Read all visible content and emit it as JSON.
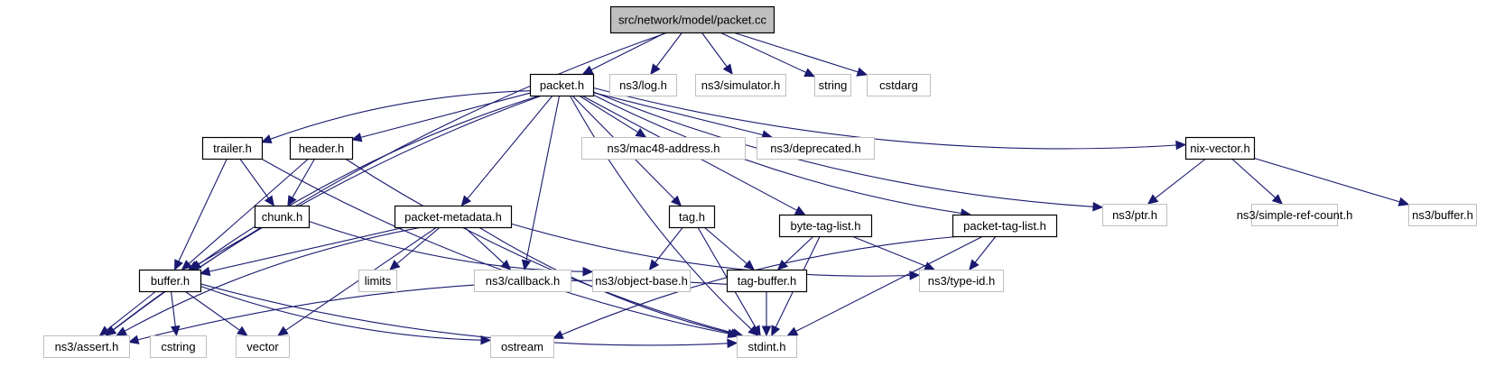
{
  "diagram": {
    "title": "src/network/model/packet.cc",
    "colors": {
      "edge": "#191970",
      "root_fill": "#bfbfbf",
      "root_border": "#000000",
      "documented_border": "#000000",
      "external_border": "#bfbfbf",
      "node_fill": "#ffffff"
    },
    "nodes": [
      {
        "id": "packet_cc",
        "label": "src/network/model/packet.cc",
        "kind": "root"
      },
      {
        "id": "packet_h",
        "label": "packet.h",
        "kind": "documented"
      },
      {
        "id": "log_h",
        "label": "ns3/log.h",
        "kind": "external"
      },
      {
        "id": "simulator_h",
        "label": "ns3/simulator.h",
        "kind": "external"
      },
      {
        "id": "string",
        "label": "string",
        "kind": "external"
      },
      {
        "id": "cstdarg",
        "label": "cstdarg",
        "kind": "external"
      },
      {
        "id": "trailer_h",
        "label": "trailer.h",
        "kind": "documented"
      },
      {
        "id": "header_h",
        "label": "header.h",
        "kind": "documented"
      },
      {
        "id": "mac48_h",
        "label": "ns3/mac48-address.h",
        "kind": "external"
      },
      {
        "id": "deprecated_h",
        "label": "ns3/deprecated.h",
        "kind": "external"
      },
      {
        "id": "nix_vector_h",
        "label": "nix-vector.h",
        "kind": "documented"
      },
      {
        "id": "chunk_h",
        "label": "chunk.h",
        "kind": "documented"
      },
      {
        "id": "packet_metadata_h",
        "label": "packet-metadata.h",
        "kind": "documented"
      },
      {
        "id": "tag_h",
        "label": "tag.h",
        "kind": "documented"
      },
      {
        "id": "byte_tag_list_h",
        "label": "byte-tag-list.h",
        "kind": "documented"
      },
      {
        "id": "packet_tag_list_h",
        "label": "packet-tag-list.h",
        "kind": "documented"
      },
      {
        "id": "ptr_h",
        "label": "ns3/ptr.h",
        "kind": "external"
      },
      {
        "id": "simple_ref_count_h",
        "label": "ns3/simple-ref-count.h",
        "kind": "external"
      },
      {
        "id": "ns3_buffer_h",
        "label": "ns3/buffer.h",
        "kind": "external"
      },
      {
        "id": "buffer_h",
        "label": "buffer.h",
        "kind": "documented"
      },
      {
        "id": "limits",
        "label": "limits",
        "kind": "external"
      },
      {
        "id": "callback_h",
        "label": "ns3/callback.h",
        "kind": "external"
      },
      {
        "id": "object_base_h",
        "label": "ns3/object-base.h",
        "kind": "external"
      },
      {
        "id": "tag_buffer_h",
        "label": "tag-buffer.h",
        "kind": "documented"
      },
      {
        "id": "type_id_h",
        "label": "ns3/type-id.h",
        "kind": "external"
      },
      {
        "id": "assert_h",
        "label": "ns3/assert.h",
        "kind": "external"
      },
      {
        "id": "cstring",
        "label": "cstring",
        "kind": "external"
      },
      {
        "id": "vector",
        "label": "vector",
        "kind": "external"
      },
      {
        "id": "ostream",
        "label": "ostream",
        "kind": "external"
      },
      {
        "id": "stdint_h",
        "label": "stdint.h",
        "kind": "external"
      }
    ],
    "edges": [
      [
        "packet_cc",
        "packet_h"
      ],
      [
        "packet_cc",
        "log_h"
      ],
      [
        "packet_cc",
        "simulator_h"
      ],
      [
        "packet_cc",
        "string"
      ],
      [
        "packet_cc",
        "cstdarg"
      ],
      [
        "packet_cc",
        "assert_h"
      ],
      [
        "packet_h",
        "buffer_h"
      ],
      [
        "packet_h",
        "trailer_h"
      ],
      [
        "packet_h",
        "header_h"
      ],
      [
        "packet_h",
        "packet_metadata_h"
      ],
      [
        "packet_h",
        "callback_h"
      ],
      [
        "packet_h",
        "tag_h"
      ],
      [
        "packet_h",
        "byte_tag_list_h"
      ],
      [
        "packet_h",
        "mac48_h"
      ],
      [
        "packet_h",
        "deprecated_h"
      ],
      [
        "packet_h",
        "packet_tag_list_h"
      ],
      [
        "packet_h",
        "nix_vector_h"
      ],
      [
        "packet_h",
        "ptr_h"
      ],
      [
        "packet_h",
        "stdint_h"
      ],
      [
        "packet_h",
        "assert_h"
      ],
      [
        "trailer_h",
        "chunk_h"
      ],
      [
        "trailer_h",
        "buffer_h"
      ],
      [
        "trailer_h",
        "stdint_h"
      ],
      [
        "header_h",
        "chunk_h"
      ],
      [
        "header_h",
        "buffer_h"
      ],
      [
        "header_h",
        "stdint_h"
      ],
      [
        "chunk_h",
        "buffer_h"
      ],
      [
        "chunk_h",
        "object_base_h"
      ],
      [
        "packet_metadata_h",
        "buffer_h"
      ],
      [
        "packet_metadata_h",
        "limits"
      ],
      [
        "packet_metadata_h",
        "callback_h"
      ],
      [
        "packet_metadata_h",
        "vector"
      ],
      [
        "packet_metadata_h",
        "assert_h"
      ],
      [
        "packet_metadata_h",
        "stdint_h"
      ],
      [
        "packet_metadata_h",
        "type_id_h"
      ],
      [
        "tag_h",
        "object_base_h"
      ],
      [
        "tag_h",
        "tag_buffer_h"
      ],
      [
        "tag_h",
        "stdint_h"
      ],
      [
        "byte_tag_list_h",
        "tag_buffer_h"
      ],
      [
        "byte_tag_list_h",
        "type_id_h"
      ],
      [
        "byte_tag_list_h",
        "stdint_h"
      ],
      [
        "packet_tag_list_h",
        "type_id_h"
      ],
      [
        "packet_tag_list_h",
        "ostream"
      ],
      [
        "packet_tag_list_h",
        "stdint_h"
      ],
      [
        "nix_vector_h",
        "ptr_h"
      ],
      [
        "nix_vector_h",
        "simple_ref_count_h"
      ],
      [
        "nix_vector_h",
        "ns3_buffer_h"
      ],
      [
        "buffer_h",
        "assert_h"
      ],
      [
        "buffer_h",
        "cstring"
      ],
      [
        "buffer_h",
        "vector"
      ],
      [
        "buffer_h",
        "ostream"
      ],
      [
        "buffer_h",
        "stdint_h"
      ],
      [
        "tag_buffer_h",
        "stdint_h"
      ],
      [
        "tag_buffer_h",
        "assert_h"
      ]
    ]
  }
}
